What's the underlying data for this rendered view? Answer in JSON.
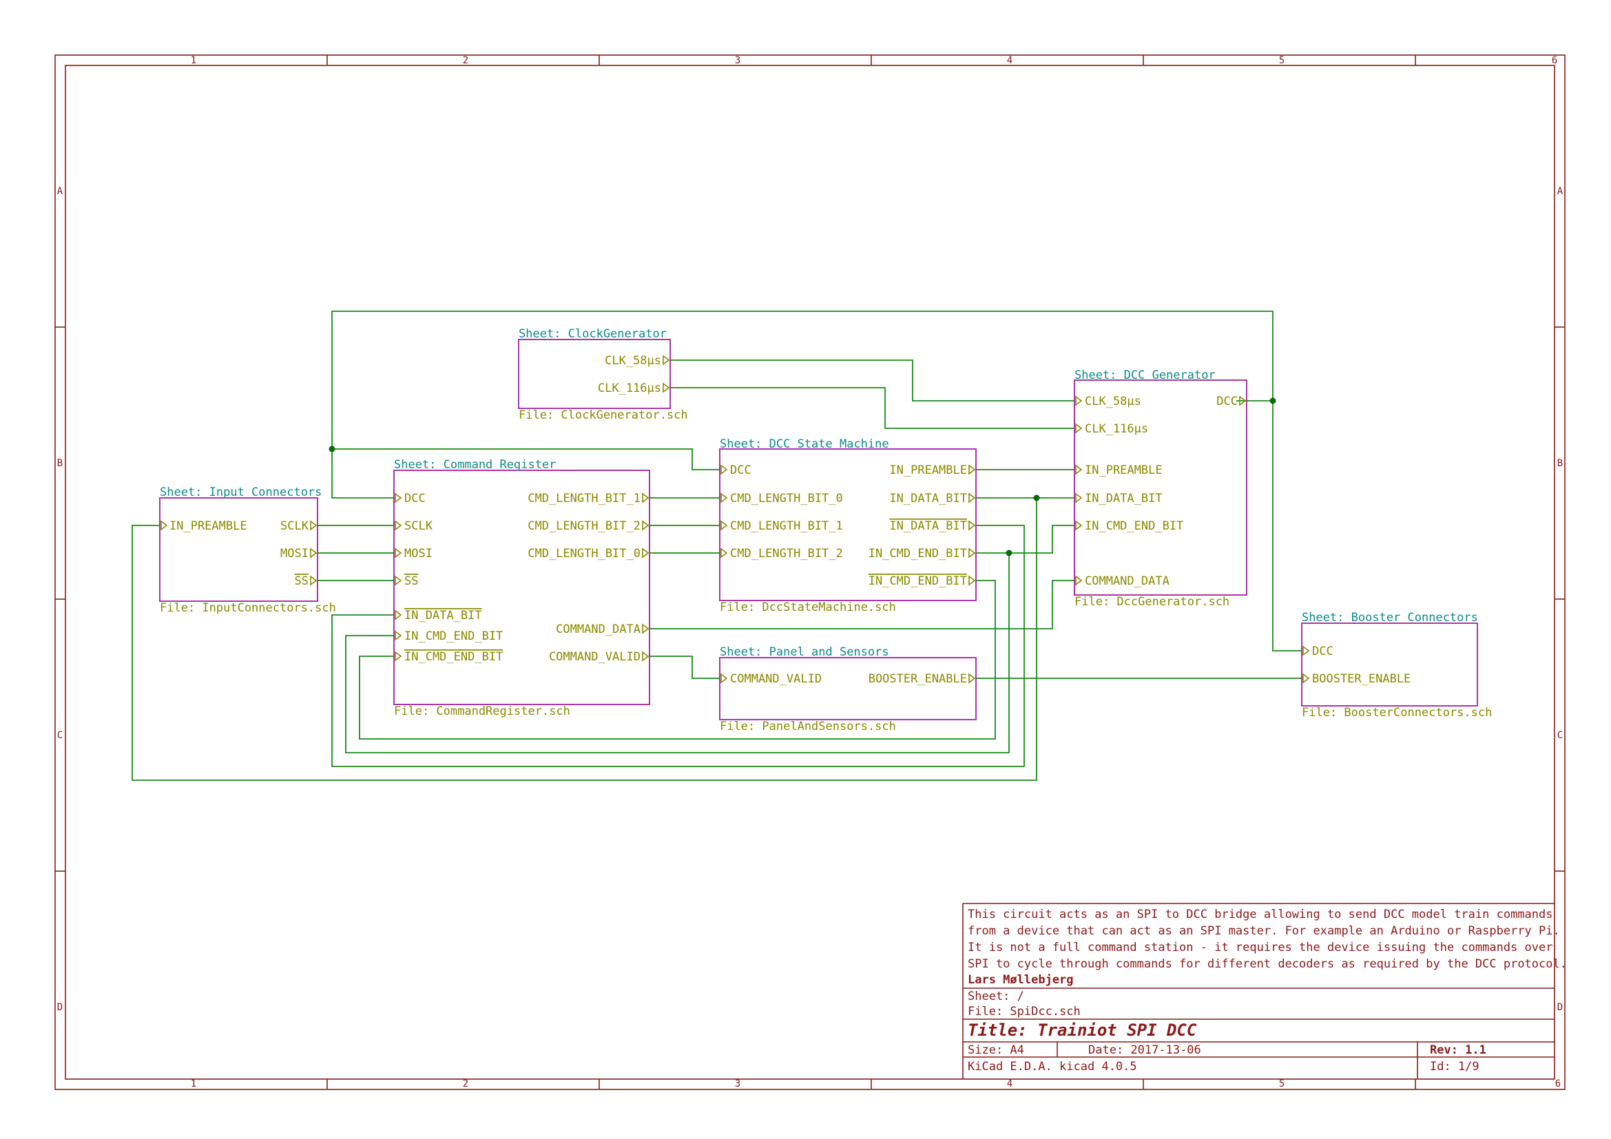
{
  "frame": {
    "columns": [
      "1",
      "2",
      "3",
      "4",
      "5",
      "6"
    ],
    "rows": [
      "A",
      "B",
      "C",
      "D"
    ]
  },
  "sheets": {
    "clock": {
      "name": "Sheet: ClockGenerator",
      "file": "File: ClockGenerator.sch",
      "pins": {
        "clk58": "CLK_58µs",
        "clk116": "CLK_116µs"
      }
    },
    "input": {
      "name": "Sheet: Input Connectors",
      "file": "File: InputConnectors.sch",
      "pins": {
        "in_preamble": "IN_PREAMBLE",
        "sclk": "SCLK",
        "mosi": "MOSI",
        "ss": "SS"
      }
    },
    "cmdreg": {
      "name": "Sheet: Command Register",
      "file": "File: CommandRegister.sch",
      "pins": {
        "dcc": "DCC",
        "sclk": "SCLK",
        "mosi": "MOSI",
        "ss": "SS",
        "in_data_bit_n": "IN_DATA_BIT",
        "in_cmd_end_bit": "IN_CMD_END_BIT",
        "in_cmd_end_bit_n": "IN_CMD_END_BIT",
        "cmd_len_1": "CMD_LENGTH_BIT_1",
        "cmd_len_2": "CMD_LENGTH_BIT_2",
        "cmd_len_0": "CMD_LENGTH_BIT_0",
        "command_data": "COMMAND_DATA",
        "command_valid": "COMMAND_VALID"
      }
    },
    "statemachine": {
      "name": "Sheet: DCC State Machine",
      "file": "File: DccStateMachine.sch",
      "pins": {
        "dcc": "DCC",
        "len0": "CMD_LENGTH_BIT_0",
        "len1": "CMD_LENGTH_BIT_1",
        "len2": "CMD_LENGTH_BIT_2",
        "in_preamble": "IN_PREAMBLE",
        "in_data_bit": "IN_DATA_BIT",
        "in_data_bit_n": "IN_DATA_BIT",
        "in_cmd_end_bit": "IN_CMD_END_BIT",
        "in_cmd_end_bit_n": "IN_CMD_END_BIT"
      }
    },
    "panel": {
      "name": "Sheet: Panel and Sensors",
      "file": "File: PanelAndSensors.sch",
      "pins": {
        "command_valid": "COMMAND_VALID",
        "booster_enable": "BOOSTER_ENABLE"
      }
    },
    "dccgen": {
      "name": "Sheet: DCC Generator",
      "file": "File: DccGenerator.sch",
      "pins": {
        "clk58": "CLK_58µs",
        "clk116": "CLK_116µs",
        "in_preamble": "IN_PREAMBLE",
        "in_data_bit": "IN_DATA_BIT",
        "in_cmd_end_bit": "IN_CMD_END_BIT",
        "command_data": "COMMAND_DATA",
        "dcc": "DCC"
      }
    },
    "booster": {
      "name": "Sheet: Booster Connectors",
      "file": "File: BoosterConnectors.sch",
      "pins": {
        "dcc": "DCC",
        "booster_enable": "BOOSTER_ENABLE"
      }
    }
  },
  "title_block": {
    "comments": [
      "This circuit acts as an SPI to DCC bridge allowing to send DCC model train commands",
      "from a device that can act as an SPI master. For example an Arduino or Raspberry Pi.",
      "It is not a full command station - it requires the device issuing the commands over",
      "SPI to cycle through commands for different decoders as required by the DCC protocol."
    ],
    "company": "Lars Møllebjerg",
    "sheet": "Sheet: /",
    "file": "File: SpiDcc.sch",
    "title": "Title: Trainiot SPI DCC",
    "size": "Size: A4",
    "date": "Date: 2017-13-06",
    "rev": "Rev: 1.1",
    "tool": "KiCad E.D.A.  kicad 4.0.5",
    "id": "Id: 1/9"
  }
}
